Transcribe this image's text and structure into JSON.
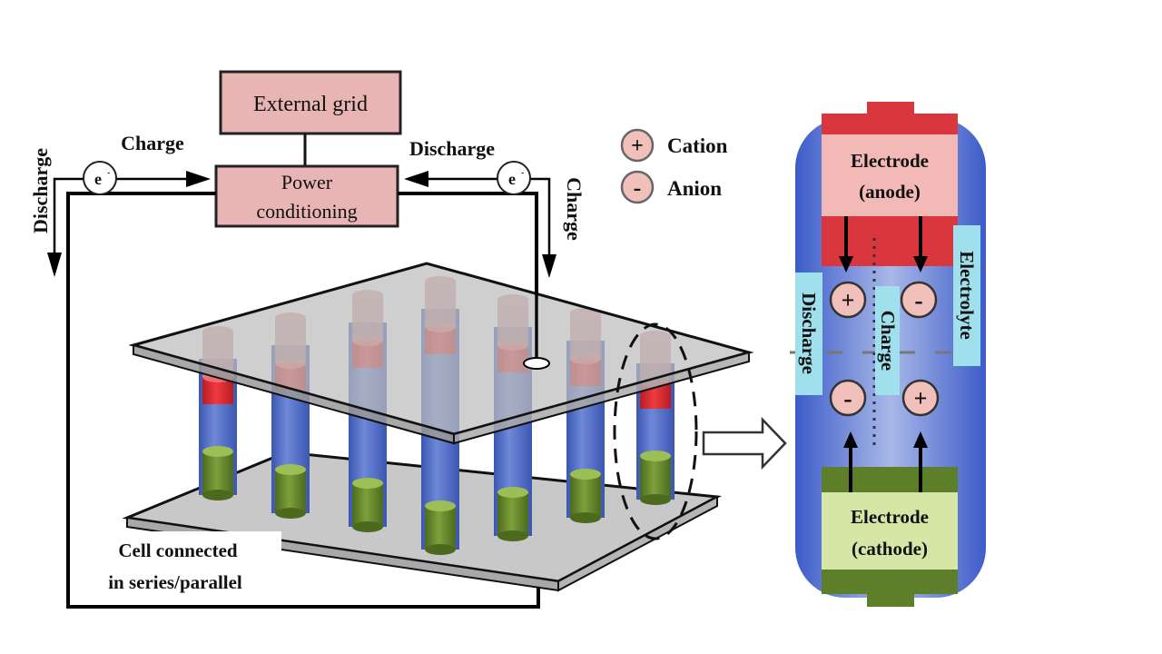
{
  "diagram": {
    "title_faint": "",
    "external_grid": "External grid",
    "power_conditioning_line1": "Power",
    "power_conditioning_line2": "conditioning",
    "left_flow": {
      "horizontal_label": "Charge",
      "vertical_label": "Discharge",
      "electron": "e"
    },
    "right_flow": {
      "horizontal_label": "Discharge",
      "vertical_label": "Charge",
      "electron": "e"
    },
    "legend": {
      "cation_symbol": "+",
      "cation_label": "Cation",
      "anion_symbol": "-",
      "anion_label": "Anion"
    },
    "cell_array_caption_line1": "Cell connected",
    "cell_array_caption_line2": "in series/parallel",
    "cell_detail": {
      "anode_line1": "Electrode",
      "anode_line2": "(anode)",
      "cathode_line1": "Electrode",
      "cathode_line2": "(cathode)",
      "electrolyte": "Electrolyte",
      "discharge": "Discharge",
      "charge": "Charge",
      "ions_top": [
        "+",
        "-"
      ],
      "ions_bottom": [
        "-",
        "+"
      ]
    },
    "colors": {
      "box_fill": "#e8b4b4",
      "anode_red": "#d9363e",
      "anode_pink": "#f2b9b6",
      "cathode_green": "#5e7f2a",
      "cathode_light": "#d6e6a6",
      "electrolyte_blue": "#4f6fd6",
      "label_cyan": "#9fe0ec",
      "plate_gray": "#c8c8c8",
      "ion_fill": "#f1c0bb"
    }
  }
}
